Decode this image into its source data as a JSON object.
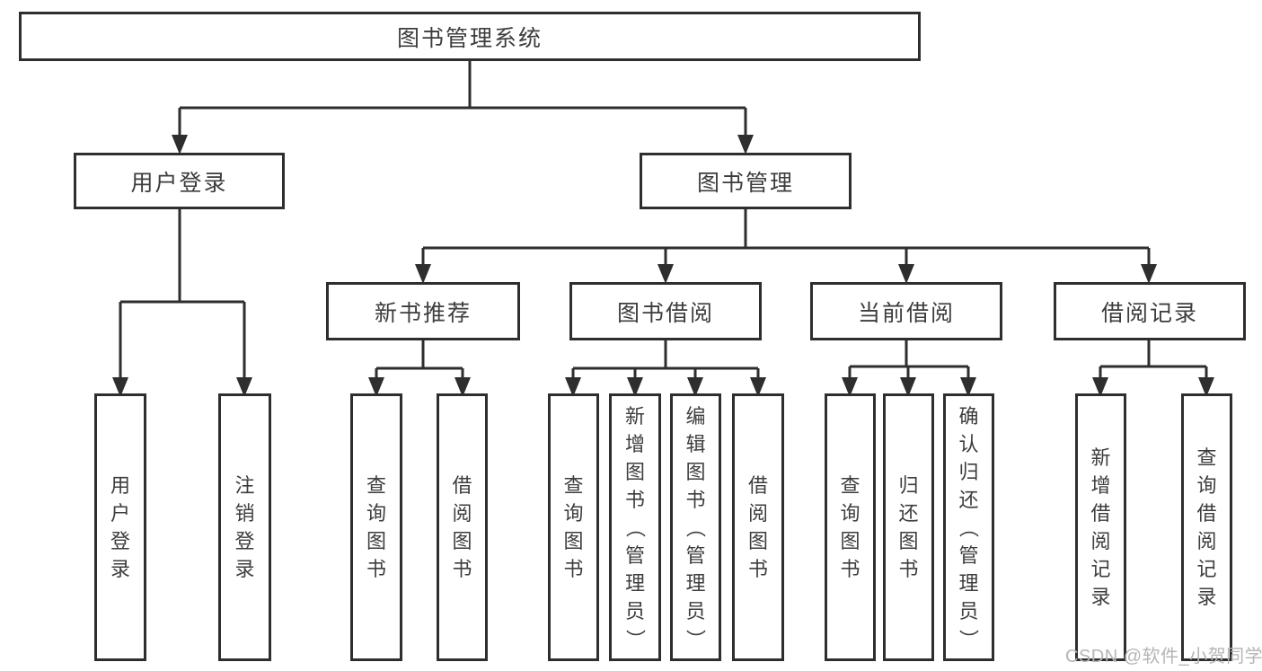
{
  "title": "图书管理系统",
  "watermark": {
    "text": "CSDN @软件_小贺同学"
  },
  "colors": {
    "line": "#2e2e2e",
    "text": "#3d3d3d",
    "watermark": "#b5b5b5",
    "background": "#ffffff"
  },
  "tree": {
    "label": "图书管理系统",
    "children": [
      {
        "label": "用户登录",
        "children": [
          {
            "label": "用户登录"
          },
          {
            "label": "注销登录"
          }
        ]
      },
      {
        "label": "图书管理",
        "children": [
          {
            "label": "新书推荐",
            "children": [
              {
                "label": "查询图书"
              },
              {
                "label": "借阅图书"
              }
            ]
          },
          {
            "label": "图书借阅",
            "children": [
              {
                "label": "查询图书"
              },
              {
                "label": "新增图书（管理员）"
              },
              {
                "label": "编辑图书（管理员）"
              },
              {
                "label": "借阅图书"
              }
            ]
          },
          {
            "label": "当前借阅",
            "children": [
              {
                "label": "查询图书"
              },
              {
                "label": "归还图书"
              },
              {
                "label": "确认归还（管理员）"
              }
            ]
          },
          {
            "label": "借阅记录",
            "children": [
              {
                "label": "新增借阅记录"
              },
              {
                "label": "查询借阅记录"
              }
            ]
          }
        ]
      }
    ]
  }
}
